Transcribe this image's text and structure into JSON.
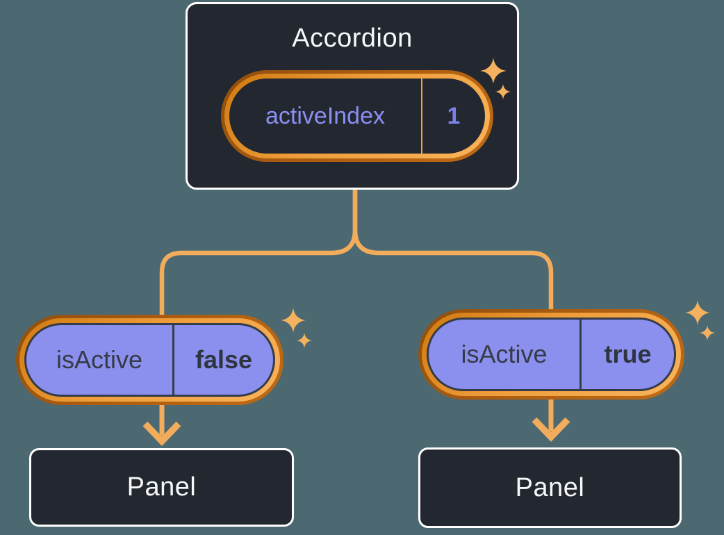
{
  "canvas": {
    "background_color": "#4C6972",
    "node_background_color": "#23272F",
    "node_border_color": "#FFFFFF",
    "connector_color": "#F2AC5C",
    "ring_dark_color": "#A85A10",
    "ring_light_color": "#F6AB52",
    "pill_purple_color": "#8B90EE",
    "sparkle_color": "#F4B25F"
  },
  "accordion": {
    "title": "Accordion",
    "state": {
      "label": "activeIndex",
      "value": "1"
    }
  },
  "children": [
    {
      "prop": {
        "label": "isActive",
        "value": "false"
      },
      "panel_label": "Panel"
    },
    {
      "prop": {
        "label": "isActive",
        "value": "true"
      },
      "panel_label": "Panel"
    }
  ],
  "icons": {
    "sparkle": "four-point-star"
  }
}
